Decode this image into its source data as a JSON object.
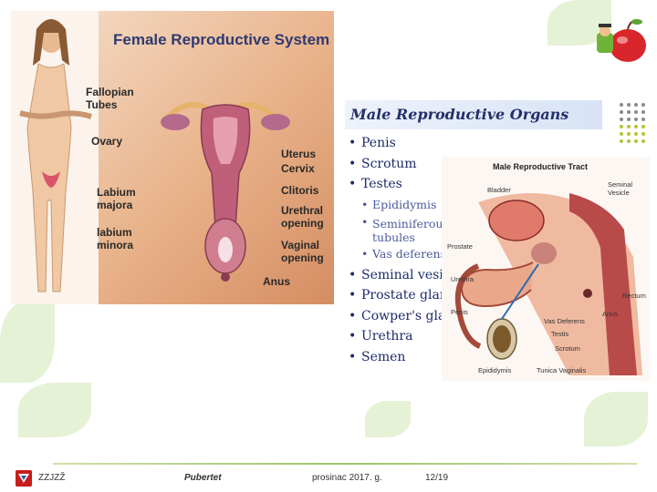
{
  "female": {
    "title": "Female Reproductive System",
    "labels": {
      "fallopian": "Fallopian\nTubes",
      "ovary": "Ovary",
      "uterus": "Uterus",
      "cervix": "Cervix",
      "clitoris": "Clitoris",
      "labium_majora": "Labium\nmajora",
      "urethral_opening": "Urethral\nopening",
      "labium_minora": "labium\nminora",
      "vaginal_opening": "Vaginal\nopening",
      "anus": "Anus"
    }
  },
  "male": {
    "title": "Male Reproductive Organs",
    "items": [
      {
        "text": "Penis",
        "sub": false
      },
      {
        "text": "Scrotum",
        "sub": false
      },
      {
        "text": "Testes",
        "sub": false
      },
      {
        "text": "Epididymis",
        "sub": true
      },
      {
        "text": "Seminiferous tubules",
        "sub": true
      },
      {
        "text": "Vas deferens",
        "sub": true
      },
      {
        "text": "Seminal vesicle",
        "sub": false
      },
      {
        "text": "Prostate gland",
        "sub": false
      },
      {
        "text": "Cowper's gland",
        "sub": false
      },
      {
        "text": "Urethra",
        "sub": false
      },
      {
        "text": "Semen",
        "sub": false
      }
    ],
    "diagram": {
      "title": "Male Reproductive Tract",
      "labels": {
        "bladder": "Bladder",
        "seminal_vesicle": "Seminal\nVesicle",
        "prostate": "Prostate",
        "urethra": "Urethra",
        "rectum": "Rectum",
        "penis": "Penis",
        "anus": "Anus",
        "vas_deferens": "Vas Deferens",
        "testis": "Testis",
        "scrotum": "Scrotum",
        "epididymis": "Epididymis",
        "tunica": "Tunica Vaginalis"
      }
    }
  },
  "footer": {
    "org": "ZZJZŽ",
    "topic": "Pubertet",
    "date": "prosinac 2017. g.",
    "page": "12/19"
  },
  "colors": {
    "title_blue": "#2e3a72",
    "list_blue": "#1d2a6a",
    "logo_red": "#c61d1d"
  }
}
